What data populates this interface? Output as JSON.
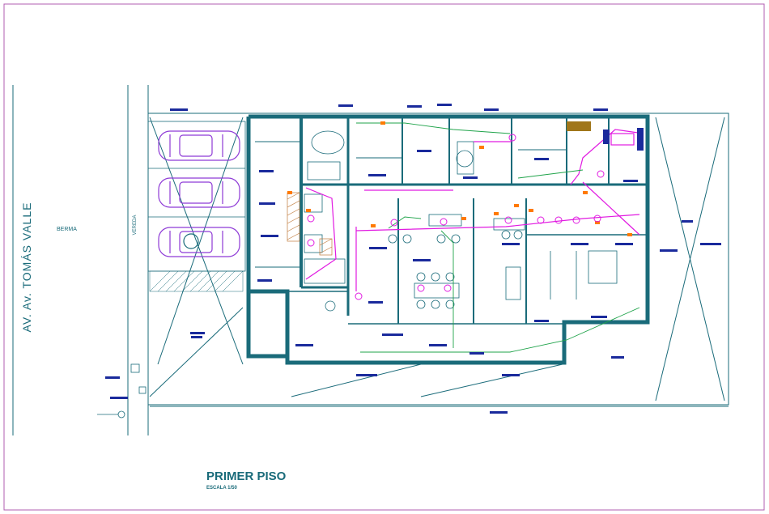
{
  "labels": {
    "avenue": "AV. Av. TOMÁS  VALLE",
    "berma": "BERMA",
    "vereda": "VEREDA"
  },
  "title_block": {
    "title": "PRIMER PISO",
    "scale": "ESCALA 1/50"
  },
  "colors": {
    "frame": "#b05cb0",
    "wall": "#1a6b7a",
    "cars": "#8e3ad6",
    "electric_magenta": "#e11ae1",
    "electric_green": "#1fa34a",
    "electric_orange": "#ff7a00",
    "label_blue": "#1a2a9c",
    "text": "#1a6b7a"
  }
}
